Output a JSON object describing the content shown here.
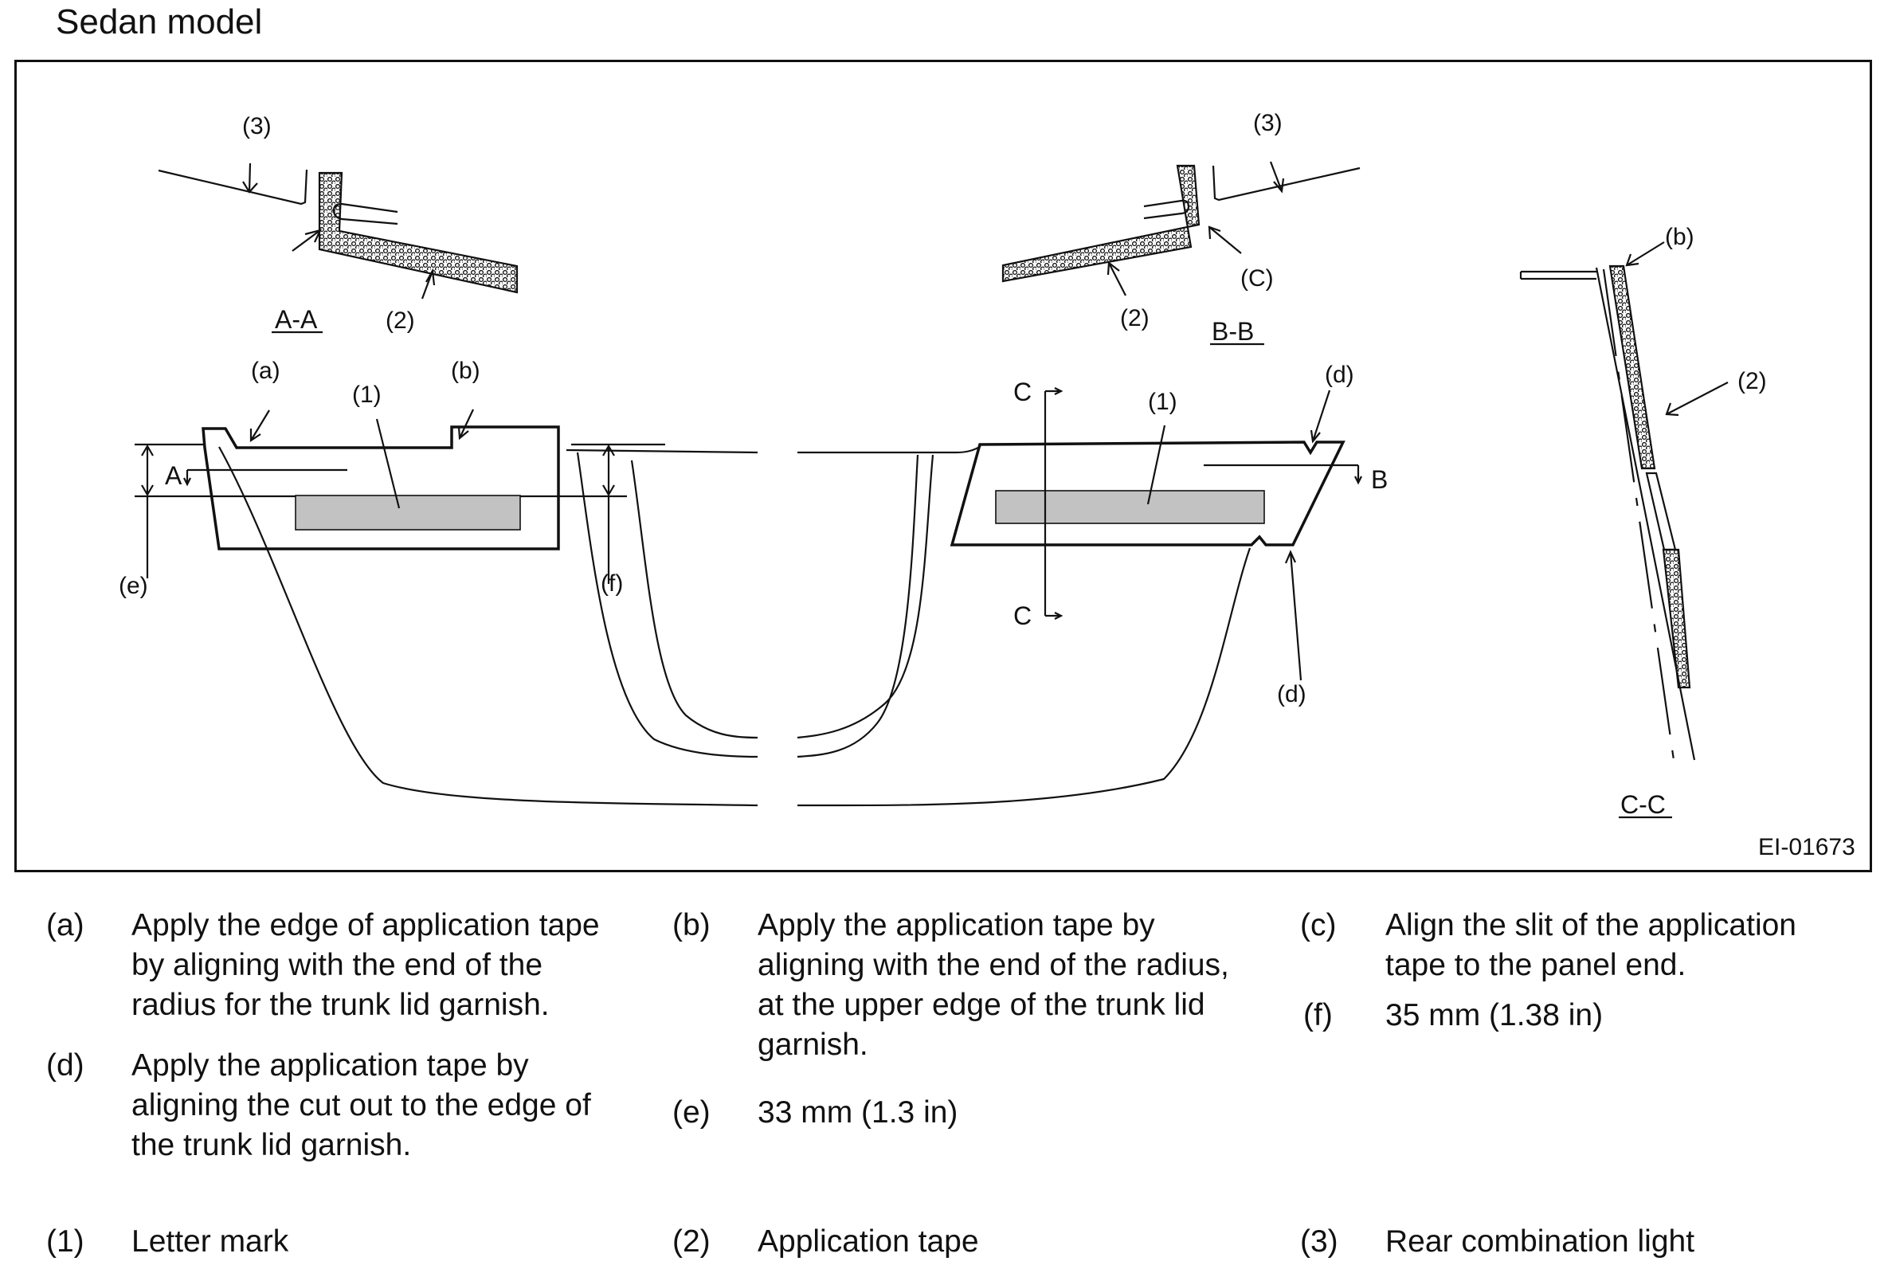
{
  "title": "Sedan model",
  "figure": {
    "code": "EI-01673",
    "labels": {
      "l3_left": "(3)",
      "l3_right": "(3)",
      "l2_aa": "(2)",
      "l2_bb": "(2)",
      "l2_cc": "(2)",
      "lC_bb": "(C)",
      "lb_cc": "(b)",
      "la": "(a)",
      "lb": "(b)",
      "l1_left": "(1)",
      "l1_right": "(1)",
      "ld_top": "(d)",
      "ld_bottom": "(d)",
      "le": "(e)",
      "lf": "(f)",
      "sec_aa": "A-A",
      "sec_bb": "B-B",
      "sec_cc": "C-C",
      "mark_a": "A",
      "mark_b": "B",
      "mark_c_top": "C",
      "mark_c_bottom": "C"
    }
  },
  "notes": [
    {
      "key": "(a)",
      "lines": [
        "Apply the edge of application tape",
        "by aligning with the end of the",
        "radius for the trunk lid garnish."
      ]
    },
    {
      "key": "(b)",
      "lines": [
        "Apply the application tape by",
        "aligning with the end of the radius,",
        "at the upper edge of the trunk lid",
        "garnish."
      ]
    },
    {
      "key": "(c)",
      "lines": [
        "Align the slit of the application",
        "tape to the panel end."
      ]
    },
    {
      "key": "(d)",
      "lines": [
        "Apply the application tape by",
        "aligning the cut out to the edge of",
        "the trunk lid garnish."
      ]
    },
    {
      "key": "(e)",
      "lines": [
        "33 mm (1.3 in)"
      ]
    },
    {
      "key": "(f)",
      "lines": [
        "35 mm (1.38 in)"
      ]
    }
  ],
  "parts": [
    {
      "key": "(1)",
      "label": "Letter mark"
    },
    {
      "key": "(2)",
      "label": "Application tape"
    },
    {
      "key": "(3)",
      "label": "Rear combination light"
    }
  ]
}
